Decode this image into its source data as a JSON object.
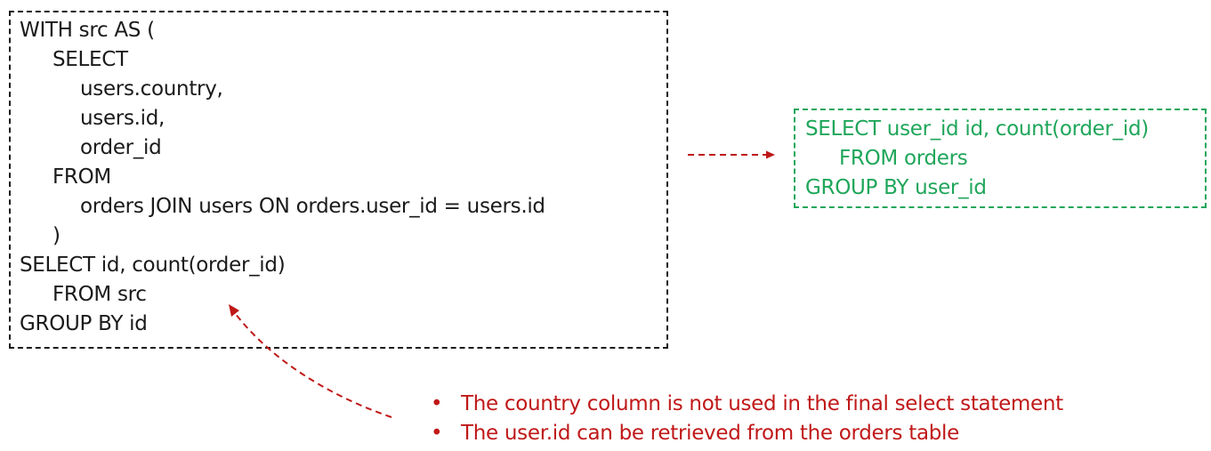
{
  "source_query": {
    "lines": [
      "WITH src AS (",
      "SELECT",
      "users.country,",
      "users.id,",
      "order_id",
      "FROM",
      "orders JOIN users ON orders.user_id = users.id",
      ")",
      "SELECT id, count(order_id)",
      "FROM src",
      "GROUP BY id"
    ],
    "border_color": "#1a1a1a"
  },
  "optimized_query": {
    "lines": [
      "SELECT user_id id, count(order_id)",
      "FROM orders",
      "GROUP BY user_id"
    ],
    "color": "#1fa65a"
  },
  "notes": {
    "bullet": "•",
    "items": [
      "The country column is not used in the final select statement",
      "The user.id can be retrieved from the orders table"
    ],
    "color": "#c01818"
  },
  "arrow_color": "#c01818"
}
